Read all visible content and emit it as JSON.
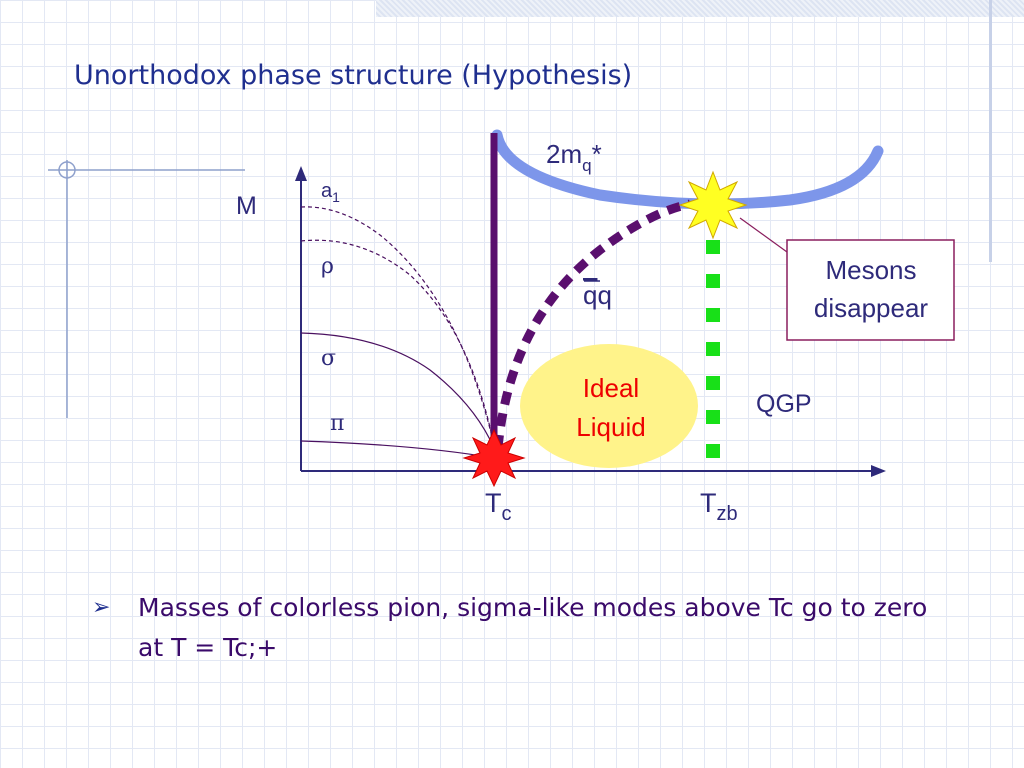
{
  "slide": {
    "title": "Unorthodox phase structure (Hypothesis)",
    "bullet": {
      "marker": "➢",
      "text": "Masses of colorless pion, sigma-like modes above Tc go to zero at T = Tc;+"
    }
  },
  "diagram": {
    "axis": {
      "y_label": "M",
      "x_labels": {
        "tc": {
          "base": "T",
          "sub": "c"
        },
        "tzb": {
          "base": "T",
          "sub": "zb"
        }
      }
    },
    "mesons": {
      "a1": {
        "base": "a",
        "sub": "1"
      },
      "rho": "ρ",
      "sigma": "σ",
      "pi": "π"
    },
    "quark_mass": {
      "base": "2m",
      "sub": "q",
      "sup": "*"
    },
    "qq_label": {
      "bar": "q",
      "plain": "q"
    },
    "ideal_liquid": {
      "line1": "Ideal",
      "line2": "Liquid"
    },
    "qgp_label": "QGP",
    "mesons_disappear": {
      "line1": "Mesons",
      "line2": "disappear"
    },
    "colors": {
      "axis": "#2e2a7a",
      "meson_curves": "#4a1060",
      "tc_line": "#5a0f6e",
      "quark_band": "#7d96ea",
      "qq_dots": "#5a0f6e",
      "tzb_dots": "#18e018",
      "ideal_liquid_fill": "#fff38a",
      "ideal_liquid_text": "#ee0000",
      "tc_star": "#ff1a1a",
      "tzb_star": "#ffff22",
      "callout_border": "#8a1e5e"
    }
  }
}
